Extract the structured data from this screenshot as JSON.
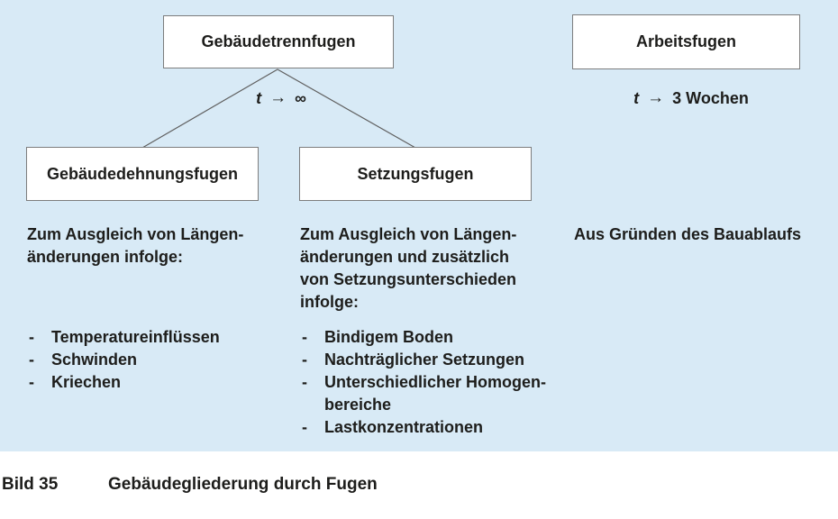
{
  "colors": {
    "panel_background": "#d8eaf6",
    "box_background": "#ffffff",
    "box_border": "#7d7d7d",
    "connector_line": "#5f5f5f",
    "text": "#1d1d1b"
  },
  "tree": {
    "root_box": "Gebäudetrennfugen",
    "standalone_box": "Arbeitsfugen",
    "child_left_box": "Gebäudedehnungsfugen",
    "child_middle_box": "Setzungsfugen",
    "root_edge_annotation": {
      "variable": "t",
      "arrow": "→",
      "target": "∞"
    },
    "standalone_annotation": {
      "variable": "t",
      "arrow": "→",
      "target": "3 Wochen"
    }
  },
  "bullet_char": "-",
  "columns": [
    {
      "id": "dehnungsfugen",
      "intro": "Zum Ausgleich von Längen-\nänderungen infolge:",
      "items": [
        "Temperatureinflüssen",
        "Schwinden",
        "Kriechen"
      ]
    },
    {
      "id": "setzungsfugen",
      "intro": "Zum Ausgleich von Längen-\nänderungen und zusätzlich\nvon Setzungsunterschieden\ninfolge:",
      "items": [
        "Bindigem Boden",
        "Nachträglicher Setzungen",
        "Unterschiedlicher Homogen-\nbereiche",
        "Lastkonzentrationen"
      ]
    },
    {
      "id": "arbeitsfugen",
      "intro": "Aus Gründen des Bauablaufs",
      "items": []
    }
  ],
  "caption": {
    "figure_label": "Bild 35",
    "figure_title": "Gebäudegliederung durch Fugen"
  }
}
